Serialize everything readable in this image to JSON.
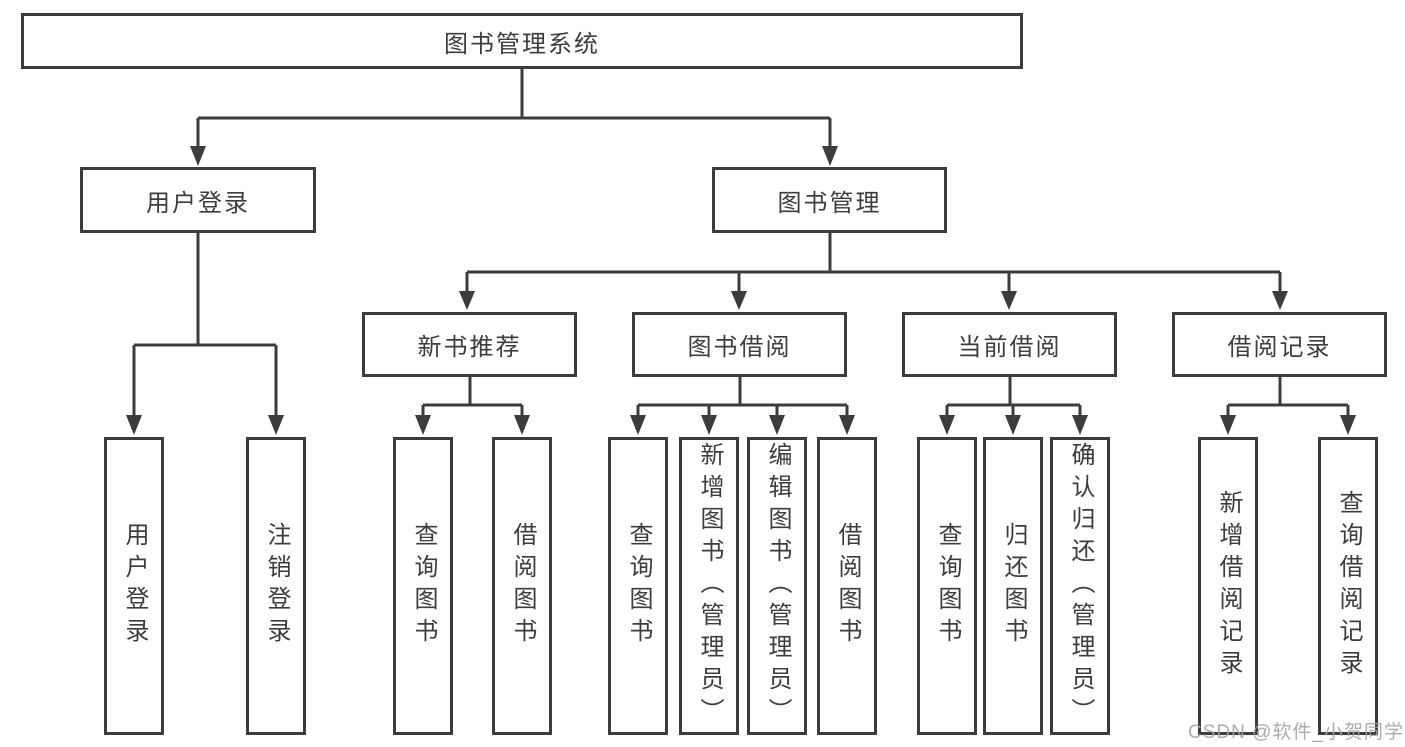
{
  "diagram": {
    "type": "hierarchy-tree",
    "colors": {
      "line": "#3c3c3c",
      "box_border": "#3c3c3c",
      "text": "#3d3d3d",
      "background": "#ffffff",
      "watermark": "#a3a3a3"
    },
    "tree": {
      "root": {
        "label": "图书管理系统"
      },
      "branches": [
        {
          "label": "用户登录",
          "children": [
            {
              "label": "用户登录"
            },
            {
              "label": "注销登录"
            }
          ]
        },
        {
          "label": "图书管理",
          "children": [
            {
              "label": "新书推荐",
              "children": [
                {
                  "label": "查询图书"
                },
                {
                  "label": "借阅图书"
                }
              ]
            },
            {
              "label": "图书借阅",
              "children": [
                {
                  "label": "查询图书"
                },
                {
                  "label": "新增图书（管理员）"
                },
                {
                  "label": "编辑图书（管理员）"
                },
                {
                  "label": "借阅图书"
                }
              ]
            },
            {
              "label": "当前借阅",
              "children": [
                {
                  "label": "查询图书"
                },
                {
                  "label": "归还图书"
                },
                {
                  "label": "确认归还（管理员）"
                }
              ]
            },
            {
              "label": "借阅记录",
              "children": [
                {
                  "label": "新增借阅记录"
                },
                {
                  "label": "查询借阅记录"
                }
              ]
            }
          ]
        }
      ]
    },
    "watermark": {
      "text": "CSDN @软件_小贺同学"
    }
  }
}
